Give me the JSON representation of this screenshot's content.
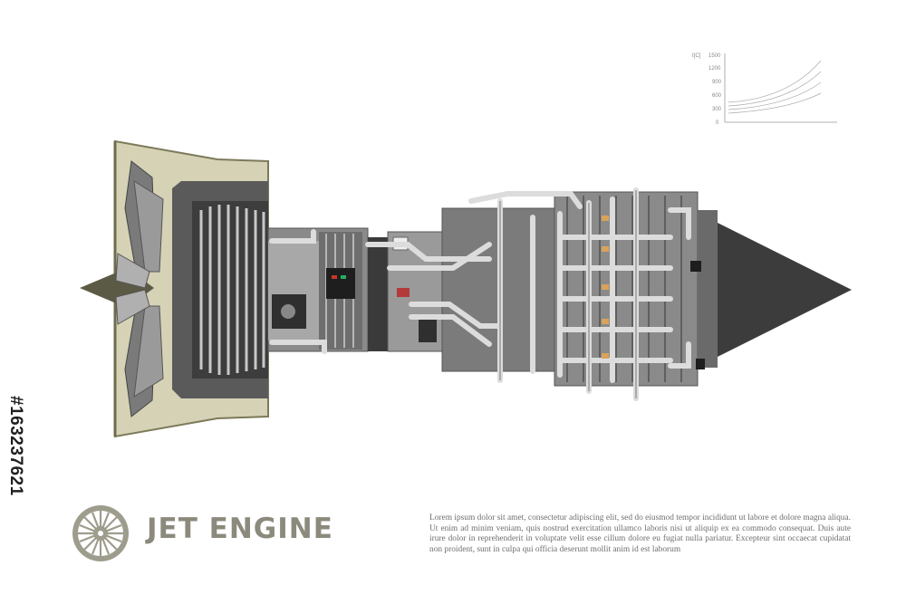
{
  "title": "JET ENGINE",
  "body_text": "Lorem ipsum dolor sit amet, consectetur adipiscing elit, sed do eiusmod tempor incididunt ut labore et dolore magna aliqua. Ut enim ad minim veniam, quis nostrud exercitation ullamco laboris nisi ut aliquip ex ea commodo consequat. Duis aute irure dolor in reprehenderit in voluptate velit esse cillum dolore eu fugiat nulla pariatur. Excepteur sint occaecat cupidatat non proident, sunt in culpa qui officia deserunt mollit anim id est laborum",
  "stock_id": "#163237621",
  "mini_chart": {
    "axis_label": "t[C]",
    "y_ticks": [
      "1500",
      "1200",
      "900",
      "600",
      "300",
      "0"
    ]
  },
  "colors": {
    "nacelle": "#d5d2b6",
    "nacelle_edge": "#7d7a5a",
    "title": "#8c8a7c",
    "engine_dark": "#4a4a4a",
    "engine_mid": "#808080",
    "pipe": "#dcdcdc",
    "cone": "#3c3c3c"
  },
  "icons": [
    "fan-logo-icon",
    "jet-engine-illustration"
  ]
}
